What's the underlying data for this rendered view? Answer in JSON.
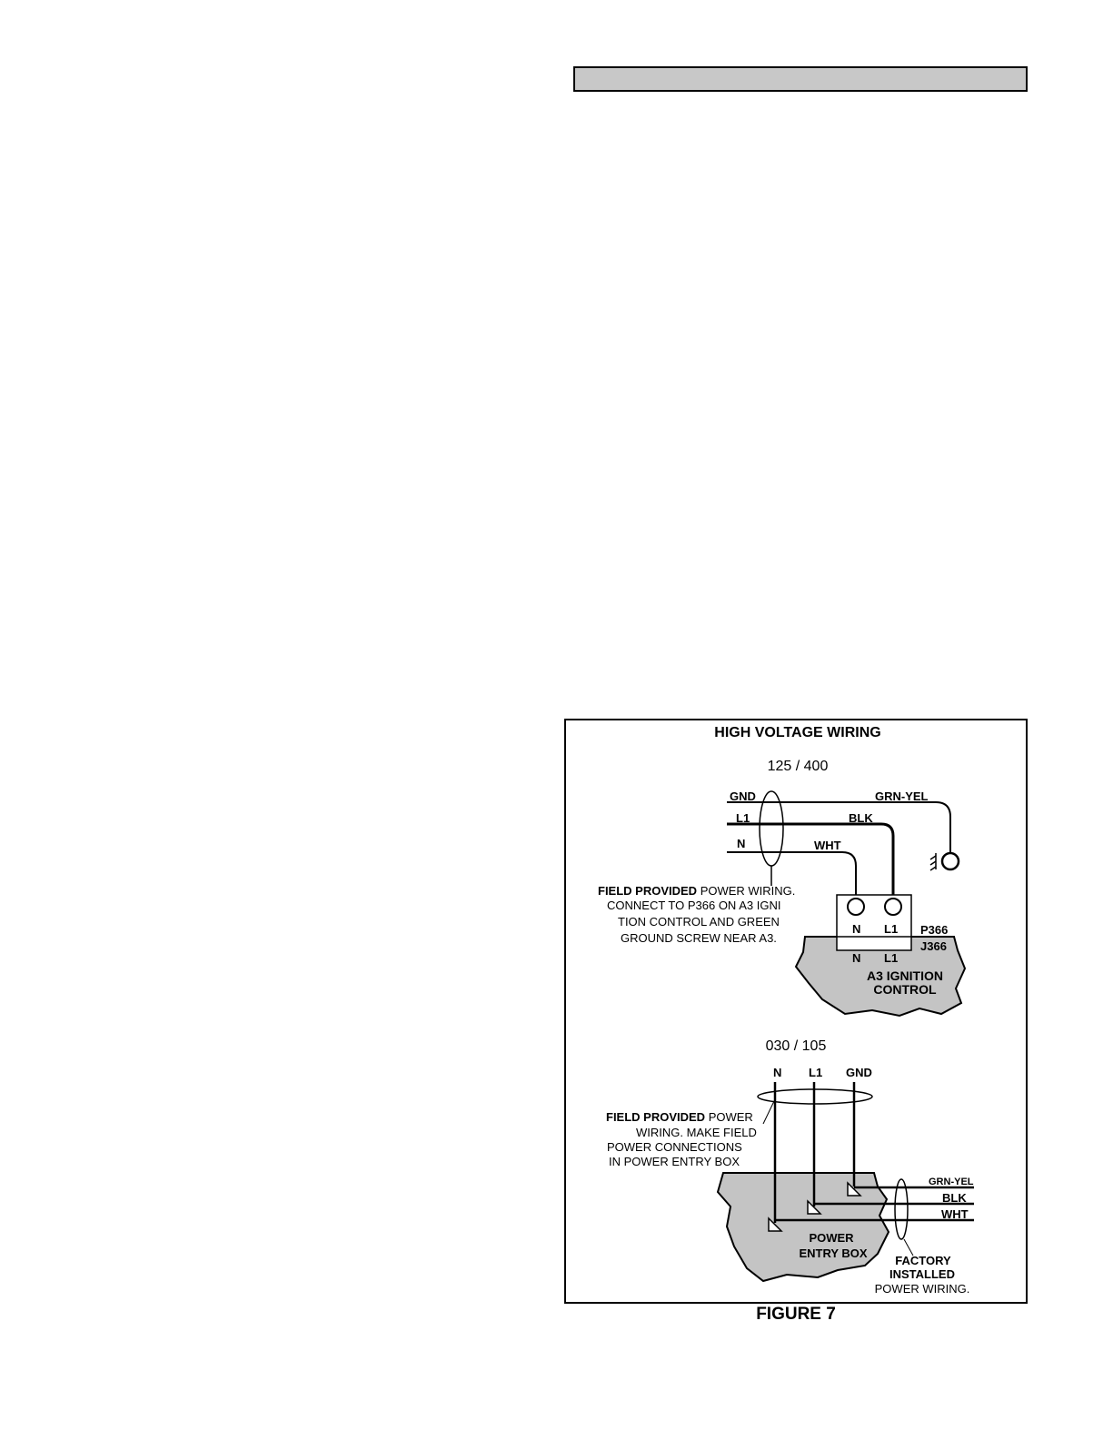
{
  "figure": {
    "title": "HIGH VOLTAGE WIRING",
    "caption": "FIGURE 7"
  },
  "upper_diagram": {
    "model": "125 / 400",
    "wire_labels": {
      "gnd": "GND",
      "l1": "L1",
      "n": "N"
    },
    "wire_colors": {
      "grn_yel": "GRN-YEL",
      "blk": "BLK",
      "wht": "WHT"
    },
    "note_bold": "FIELD PROVIDED",
    "note_lines": [
      " POWER WIRING.",
      "CONNECT TO P366 ON A3 IGNI",
      "TION CONTROL AND GREEN",
      "GROUND SCREW NEAR A3."
    ],
    "plug_terminals": {
      "n": "N",
      "l1": "L1"
    },
    "plug_label": "P366",
    "jack_label": "J366",
    "jack_terminals": {
      "n": "N",
      "l1": "L1"
    },
    "control_lines": [
      "A3 IGNITION",
      "CONTROL"
    ]
  },
  "lower_diagram": {
    "model": "030 / 105",
    "wire_labels": {
      "n": "N",
      "l1": "L1",
      "gnd": "GND"
    },
    "note_bold": "FIELD PROVIDED",
    "note_lines": [
      " POWER",
      "WIRING. MAKE FIELD",
      "POWER CONNECTIONS",
      "IN POWER ENTRY BOX"
    ],
    "wire_colors": {
      "grn_yel": "GRN-YEL",
      "blk": "BLK",
      "wht": "WHT"
    },
    "box_lines": [
      "POWER",
      "ENTRY BOX"
    ],
    "factory_lines": [
      "FACTORY",
      "INSTALLED",
      "POWER WIRING."
    ]
  }
}
